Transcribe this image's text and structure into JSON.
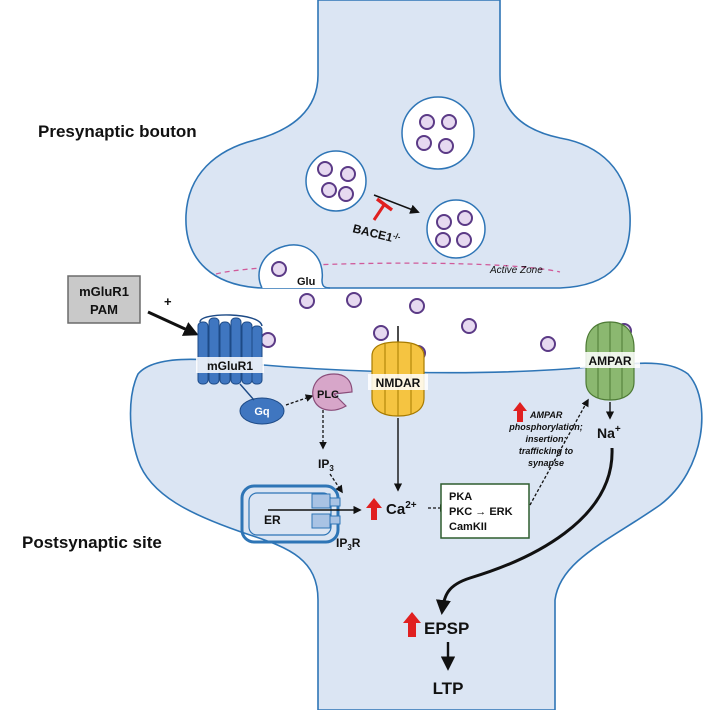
{
  "labels": {
    "presynaptic": "Presynaptic bouton",
    "postsynaptic": "Postsynaptic site",
    "active_zone": "Active Zone",
    "glu": "Glu",
    "bace1": "BACE1",
    "bace1_sup": "-/-",
    "mglur1_pam_line1": "mGluR1",
    "mglur1_pam_line2": "PAM",
    "plus": "+",
    "mglur1": "mGluR1",
    "gq": "Gq",
    "plc": "PLC",
    "nmdar": "NMDAR",
    "ampar": "AMPAR",
    "na": "Na",
    "na_sup": "+",
    "ip3": "IP",
    "ip3_sub": "3",
    "er": "ER",
    "ip3r": "IP",
    "ip3r_sub": "3",
    "ip3r_end": "R",
    "ca": "Ca",
    "ca_sup": "2+",
    "kinase_1": "PKA",
    "kinase_2": "PKC → ERK",
    "kinase_3": "CamKII",
    "ampar_note_1": "AMPAR",
    "ampar_note_2": "phosphorylation;",
    "ampar_note_3": "insertion;",
    "ampar_note_4": "trafficking to",
    "ampar_note_5": "synapse",
    "epsp": "EPSP",
    "ltp": "LTP"
  },
  "colors": {
    "compartment_fill": "#dbe5f3",
    "compartment_stroke": "#2e75b6",
    "vesicle_fill": "#e6d9f0",
    "vesicle_stroke": "#5b3a86",
    "increase_arrow": "#e02020",
    "nmdar_fill": "#f5c441",
    "ampar_fill": "#8bb870",
    "mglur1_fill": "#3f76c0",
    "plc_fill": "#d7a6c9",
    "gq_fill": "#3f76c0"
  },
  "icons": {
    "increase": "red-up-arrow-icon",
    "inhibition": "red-t-bar-icon"
  }
}
